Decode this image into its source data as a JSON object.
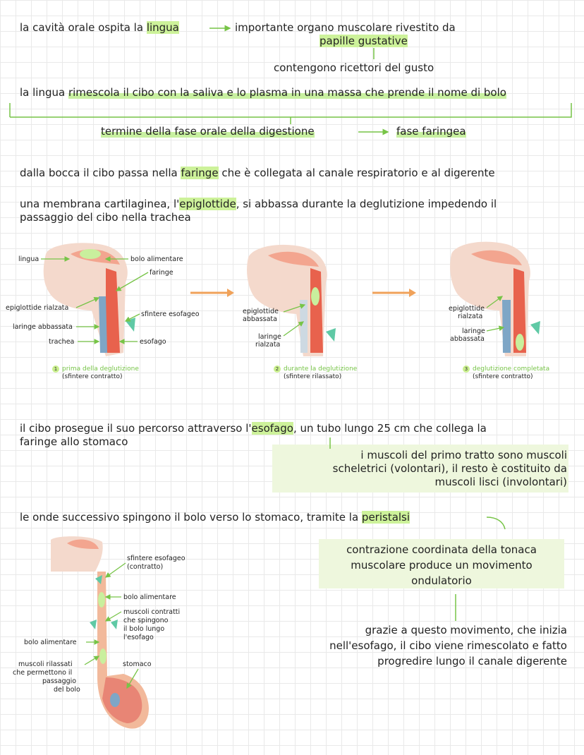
{
  "s1": {
    "l1_pre": "la cavità orale ospita la ",
    "l1_hl": "lingua",
    "l1_right": "importante organo muscolare rivestito da",
    "papille": "papille gustative",
    "recettori": "contengono ricettori del gusto",
    "l2_pre": "la lingua ",
    "l2_hl": "rimescola il cibo con la saliva e lo plasma in una massa che prende il nome di bolo",
    "fase_orale": "termine della fase orale della digestione",
    "fase_faringea": "fase faringea"
  },
  "s2": {
    "faringe_pre": "dalla bocca il cibo passa nella ",
    "faringe_hl": "faringe",
    "faringe_post": " che è collegata al canale respiratorio e al digerente",
    "epi_pre": "una membrana cartilaginea, l'",
    "epi_hl": "epiglottide",
    "epi_post": ", si abbassa durante la deglutizione impedendo il",
    "epi_l2": "passaggio del cibo nella trachea"
  },
  "diagram1": {
    "labels": {
      "lingua": "lingua",
      "bolo": "bolo alimentare",
      "faringe": "faringe",
      "epi_rialzata": "epiglottide rialzata",
      "sfintere": "sfintere esofageo",
      "laringe_abb": "laringe abbassata",
      "trachea": "trachea",
      "esofago": "esofago",
      "epi_abb_1": "epiglottide",
      "epi_abb_2": "abbassata",
      "laringe_rial_1": "laringe",
      "laringe_rial_2": "rialzata",
      "epi_rial_1": "epiglottide",
      "epi_rial_2": "rialzata",
      "lar_abb_1": "laringe",
      "lar_abb_2": "abbassata"
    },
    "captions": [
      {
        "num": "1",
        "title": "prima della deglutizione",
        "sub": "(sfintere contratto)"
      },
      {
        "num": "2",
        "title": "durante la deglutizione",
        "sub": "(sfintere rilassato)"
      },
      {
        "num": "3",
        "title": "deglutizione completata",
        "sub": "(sfintere contratto)"
      }
    ]
  },
  "s3": {
    "eso_pre": "il cibo prosegue il suo percorso attraverso l'",
    "eso_hl": "esofago",
    "eso_post": ", un tubo lungo 25 cm che collega la",
    "eso_l2": "faringe allo stomaco",
    "box_l1": "i muscoli del primo tratto sono muscoli",
    "box_l2": "scheletrici (volontari), il resto è costituito da",
    "box_l3": "muscoli lisci (involontari)"
  },
  "s4": {
    "onde_pre": "le onde successivo spingono il bolo verso lo stomaco, tramite la ",
    "onde_hl": "peristalsi",
    "box_l1": "contrazione coordinata della tonaca",
    "box_l2": "muscolare produce un movimento",
    "box_l3": "ondulatorio",
    "grazie_l1": "grazie a questo movimento, che inizia",
    "grazie_l2": "nell'esofago, il cibo viene rimescolato e fatto",
    "grazie_l3": "progredire lungo il canale digerente"
  },
  "diagram2": {
    "sfintere_1": "sfintere esofageo",
    "sfintere_2": "(contratto)",
    "bolo_top": "bolo alimentare",
    "contratti_1": "muscoli contratti",
    "contratti_2": "che spingono",
    "contratti_3": "il bolo lungo",
    "contratti_4": "l'esofago",
    "bolo_left": "bolo alimentare",
    "rilassati_1": "muscoli rilassati",
    "rilassati_2": "che permettono il",
    "rilassati_3": "passaggio",
    "rilassati_4": "del bolo",
    "stomaco": "stomaco"
  },
  "colors": {
    "highlight": "#c8f0a0",
    "accent": "#77c447",
    "box": "#eef7dd",
    "arrow_orange": "#f0a25a"
  }
}
